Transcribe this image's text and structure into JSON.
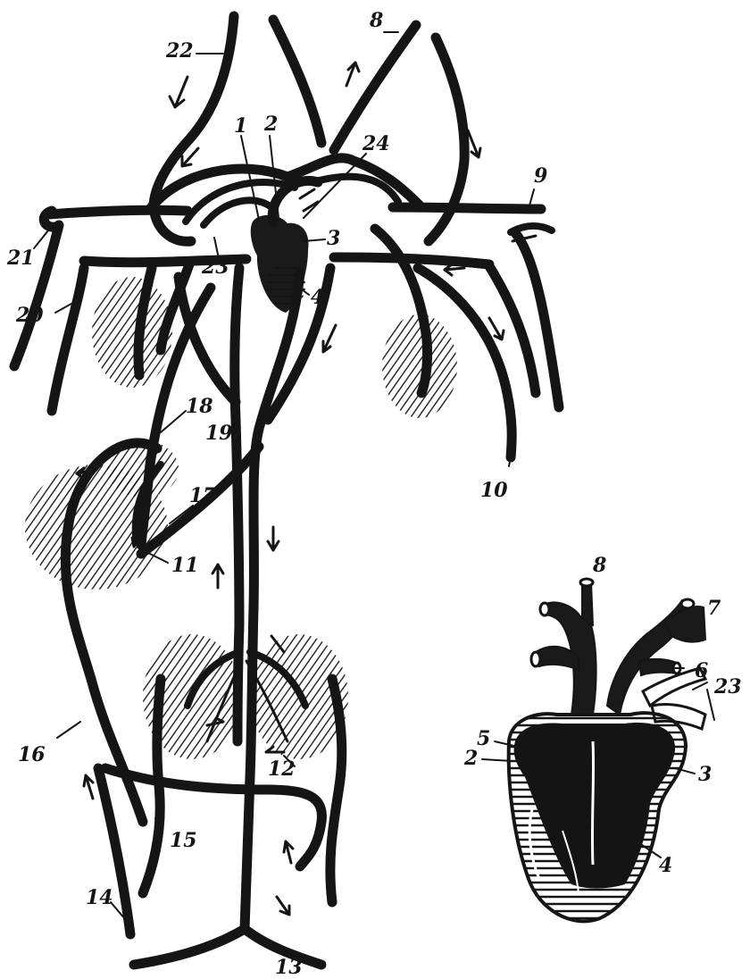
{
  "labels": {
    "l1": "1",
    "l2": "2",
    "l3": "3",
    "l4": "4",
    "l8": "8",
    "l9": "9",
    "l10": "10",
    "l11": "11",
    "l12": "12",
    "l13": "13",
    "l14": "14",
    "l15": "15",
    "l16": "16",
    "l17": "17",
    "l18": "18",
    "l19": "19",
    "l20": "20",
    "l21": "21",
    "l22": "22",
    "l23": "23",
    "l24": "24"
  },
  "heart_labels": {
    "h8": "8",
    "h7": "7",
    "h6": "6",
    "h23": "23",
    "h5": "5",
    "h2": "2",
    "h3": "3",
    "h4": "4"
  },
  "colors": {
    "ink": "#151515",
    "paper": "#ffffff"
  }
}
